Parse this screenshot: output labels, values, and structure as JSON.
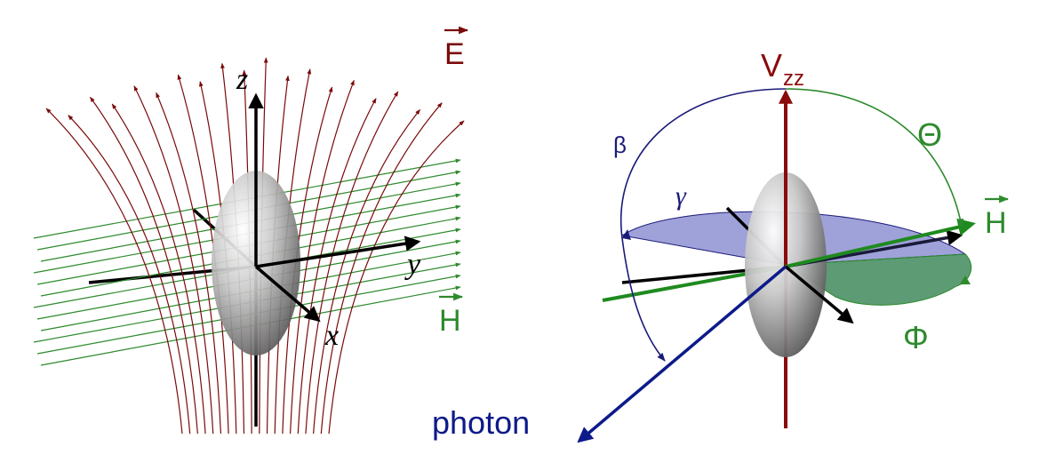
{
  "left_panel": {
    "axis_labels": {
      "z": "z",
      "y": "y",
      "x": "x"
    },
    "field_labels": {
      "E": "E",
      "H": "H"
    },
    "colors": {
      "efield": "#7a0a0a",
      "hfield": "#2d8a2d",
      "axis": "#000000"
    }
  },
  "right_panel": {
    "labels": {
      "vzz_main": "V",
      "vzz_sub": "zz",
      "theta": "Θ",
      "phi": "Φ",
      "beta": "β",
      "gamma": "γ",
      "H": "H",
      "photon": "photon"
    },
    "colors": {
      "vzz": "#8b0a0a",
      "theta": "#2d8a2d",
      "phi": "#2d8a2d",
      "beta": "#1a1a7a",
      "gamma": "#1a1a7a",
      "photon": "#0d1a8a",
      "plane_blue": "#7f82cc",
      "plane_green": "#3f8a5a"
    }
  }
}
